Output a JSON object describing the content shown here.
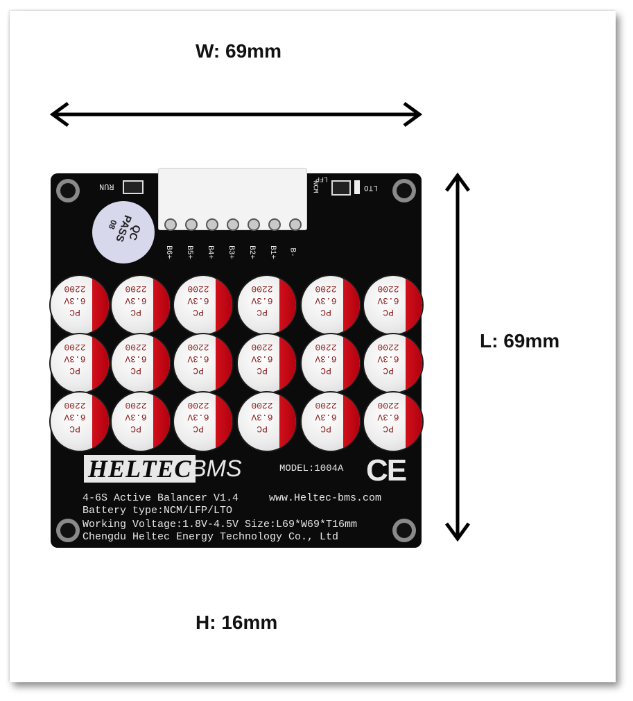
{
  "dimensions": {
    "width": "W: 69mm",
    "length": "L: 69mm",
    "height": "H: 16mm"
  },
  "board": {
    "brand_left": "HELTEC",
    "brand_right": "BMS",
    "model": "MODEL:1004A",
    "ce_mark": "CE",
    "line1": "4-6S Active Balancer V1.4",
    "line2": "Battery type:NCM/LFP/LTO",
    "line3": "Working Voltage:1.8V-4.5V",
    "size": "Size:L69*W69*T16mm",
    "website": "www.Heltec-bms.com",
    "company": "Chengdu Heltec Energy Technology Co., Ltd",
    "run_label": "RUN",
    "ncm_label": "NCM",
    "lfp_label": "LFP",
    "lto_label": "LTO",
    "qc_sticker": {
      "line1": "QC",
      "line2": "PASS",
      "line3": "08"
    },
    "pins": [
      "B6+",
      "B5+",
      "B4+",
      "B3+",
      "B2+",
      "B1+",
      "B-"
    ],
    "capacitor": {
      "value": "2200",
      "voltage": "6.3V",
      "type": "PC"
    }
  },
  "colors": {
    "board": "#0b0b0b",
    "capacitor_stripe": "#c8101a",
    "silkscreen": "#e8e8e8"
  }
}
